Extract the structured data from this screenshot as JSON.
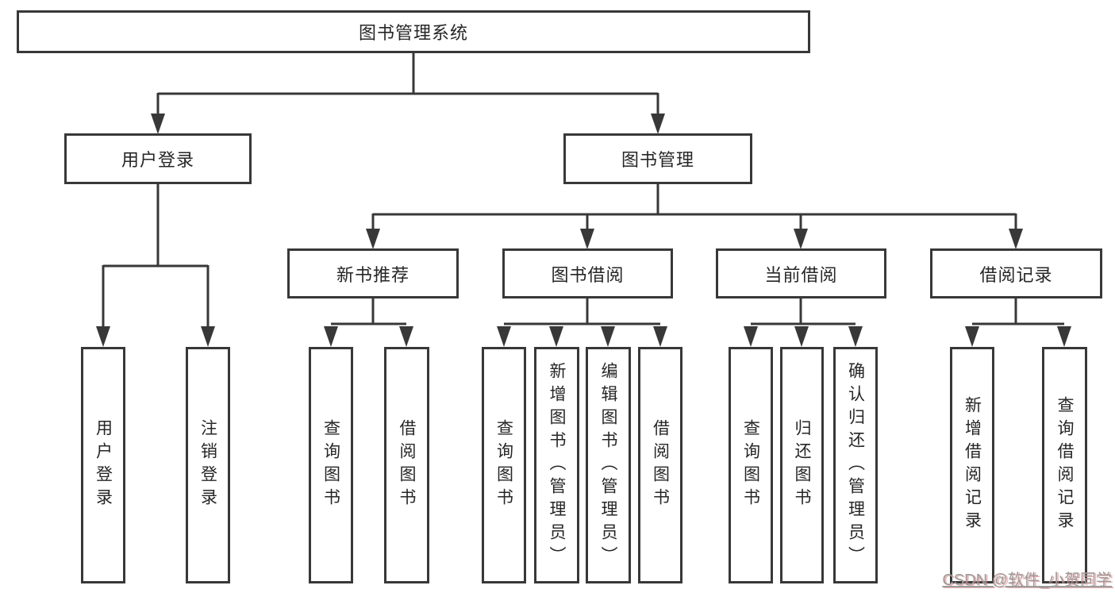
{
  "title": "图书管理系统",
  "watermark": "CSDN @软件_小贺同学",
  "colors": {
    "line": "#383838",
    "text": "#262626",
    "background": "#ffffff",
    "watermark": "#9b9b9b",
    "watermark_shadow": "#e08a8a"
  },
  "tree": {
    "label": "图书管理系统",
    "children": [
      {
        "label": "用户登录",
        "children": [
          {
            "label": "用户登录"
          },
          {
            "label": "注销登录"
          }
        ]
      },
      {
        "label": "图书管理",
        "children": [
          {
            "label": "新书推荐",
            "children": [
              {
                "label": "查询图书"
              },
              {
                "label": "借阅图书"
              }
            ]
          },
          {
            "label": "图书借阅",
            "children": [
              {
                "label": "查询图书"
              },
              {
                "label": "新增图书（管理员）"
              },
              {
                "label": "编辑图书（管理员）"
              },
              {
                "label": "借阅图书"
              }
            ]
          },
          {
            "label": "当前借阅",
            "children": [
              {
                "label": "查询图书"
              },
              {
                "label": "归还图书"
              },
              {
                "label": "确认归还（管理员）"
              }
            ]
          },
          {
            "label": "借阅记录",
            "children": [
              {
                "label": "新增借阅记录"
              },
              {
                "label": "查询借阅记录"
              }
            ]
          }
        ]
      }
    ]
  }
}
